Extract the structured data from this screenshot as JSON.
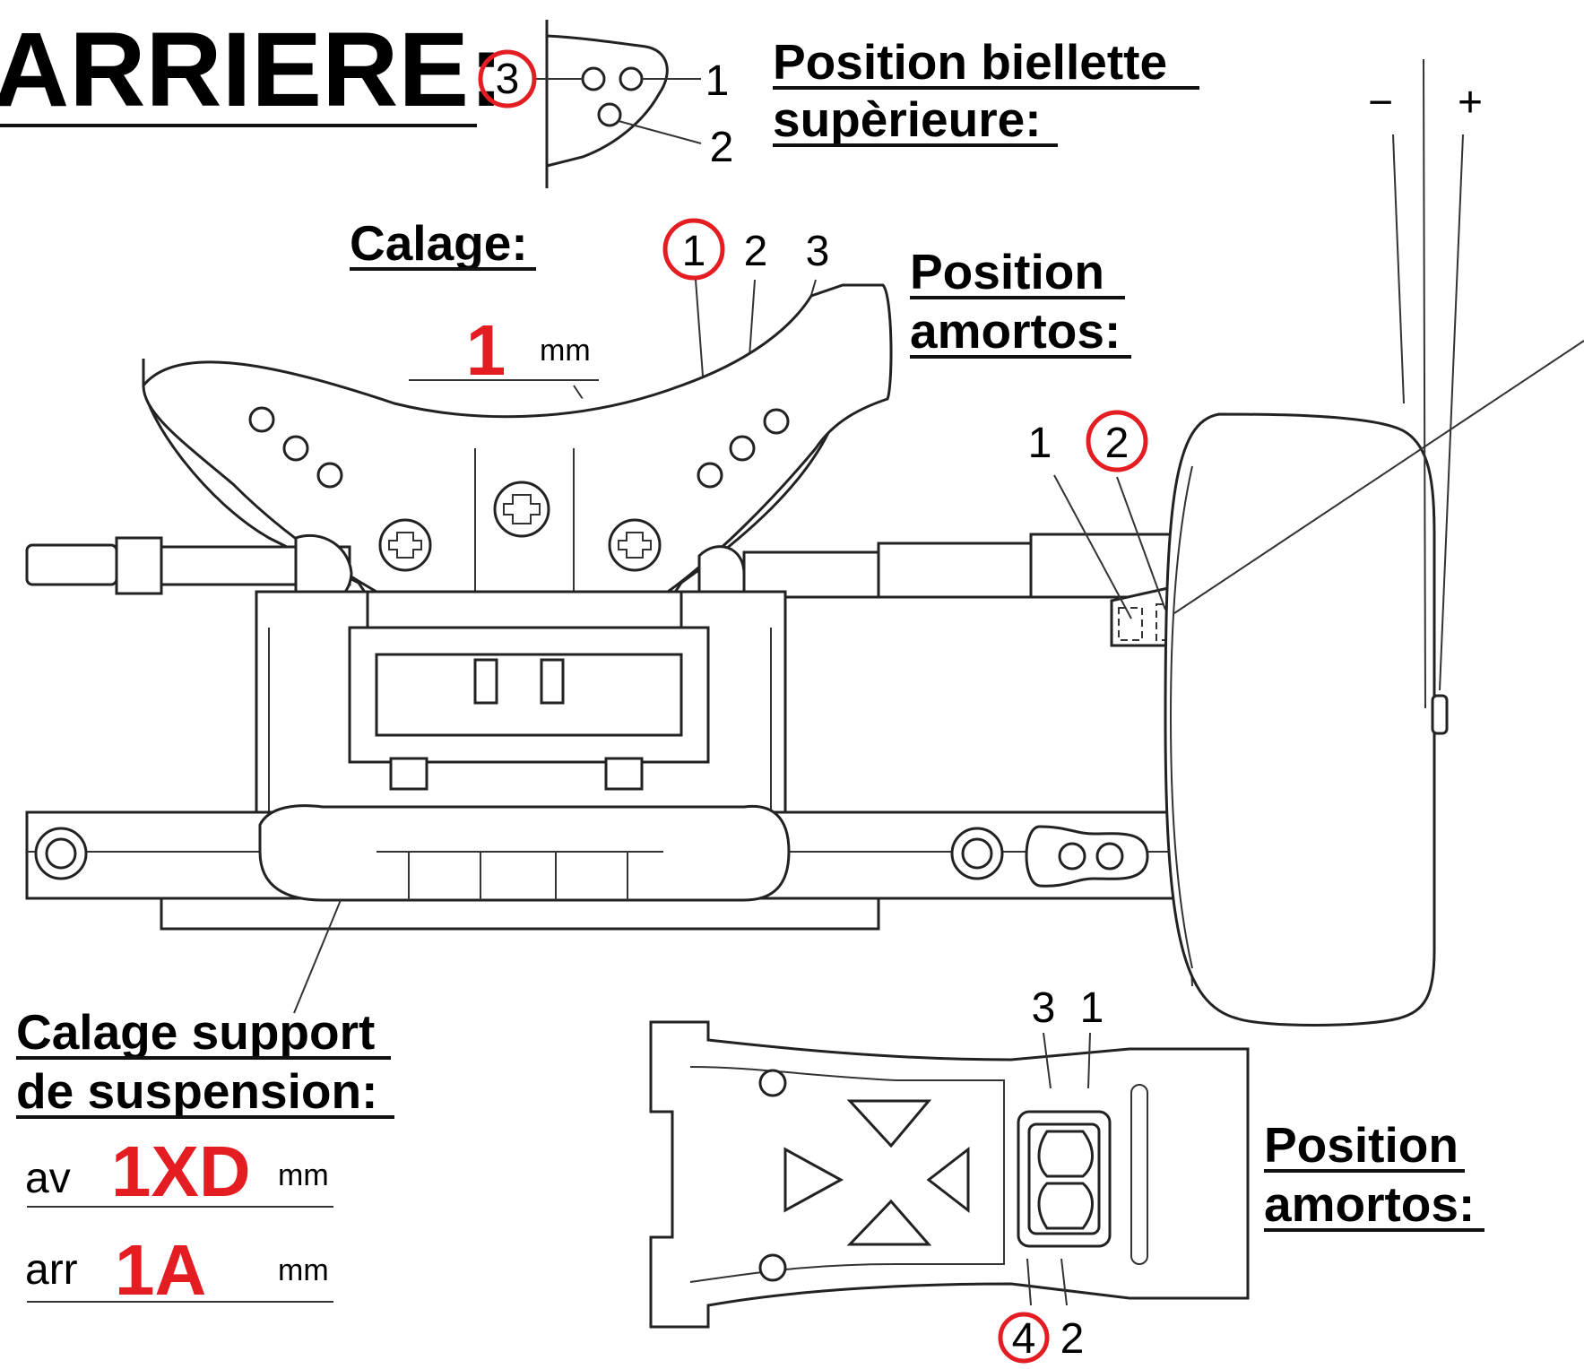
{
  "title": "ARRIERE:",
  "upper_link": {
    "heading_line1": "Position biellette",
    "heading_line2": "supèrieure:",
    "options": [
      "1",
      "2",
      "3"
    ],
    "selected": "3"
  },
  "camber": {
    "heading": "Calage:",
    "value": "1",
    "unit": "mm"
  },
  "tower": {
    "options": [
      "1",
      "2",
      "3"
    ],
    "selected": "1"
  },
  "shock_top": {
    "heading_line1": "Position",
    "heading_line2": "amortos:"
  },
  "hub": {
    "options": [
      "1",
      "2"
    ],
    "selected": "2"
  },
  "camber_signs": {
    "minus": "−",
    "plus": "+"
  },
  "mount_shim": {
    "heading_line1": "Calage support",
    "heading_line2": "de suspension:",
    "front_label": "av",
    "front_value": "1XD",
    "rear_label": "arr",
    "rear_value": "1A",
    "unit": "mm"
  },
  "arm": {
    "heading_line1": "Position",
    "heading_line2": "amortos:",
    "top_options": [
      "3",
      "1"
    ],
    "bottom_options": [
      "4",
      "2"
    ],
    "selected": "4"
  },
  "colors": {
    "highlight": "#e41d22",
    "ink": "#111111"
  }
}
